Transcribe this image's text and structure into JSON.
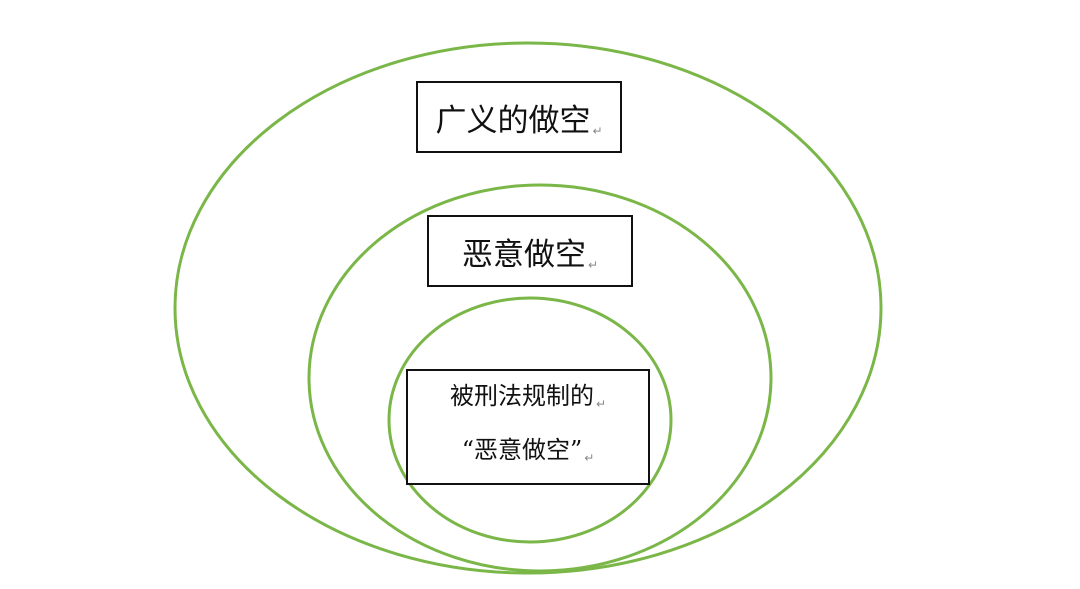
{
  "diagram": {
    "ring_color": "#7ab648",
    "outer": {
      "label": "广义的做空"
    },
    "middle": {
      "label": "恶意做空"
    },
    "inner": {
      "label_lines": [
        "被刑法规制的",
        "“恶意做空”"
      ]
    }
  }
}
